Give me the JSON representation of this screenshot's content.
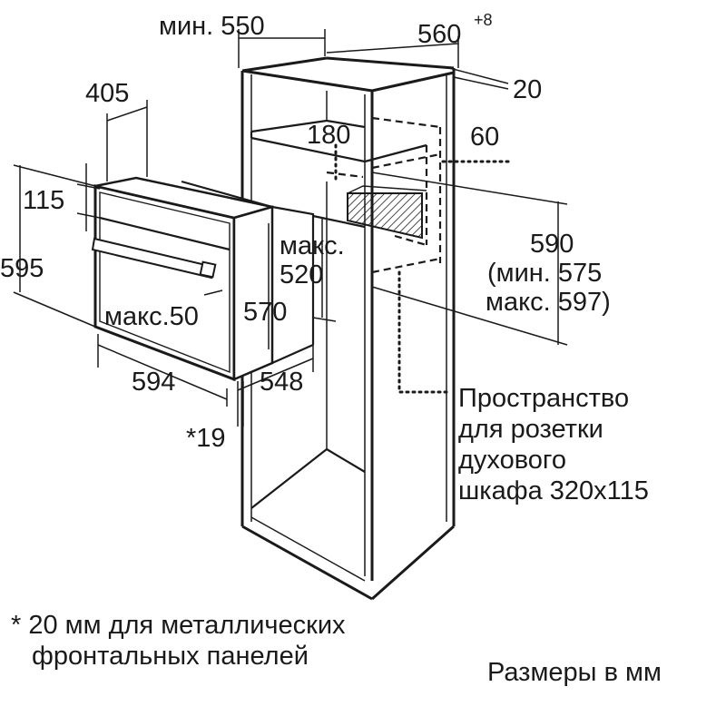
{
  "labels": {
    "min_550": "мин. 550",
    "w560": "560",
    "w560_sup": "+8",
    "d20": "20",
    "d405": "405",
    "d180": "180",
    "d60": "60",
    "d115": "115",
    "d595": "595",
    "max520_a": "макс.",
    "max520_b": "520",
    "d590": "590",
    "min575": "(мин. 575",
    "max597": "макс. 597)",
    "max50": "макс.50",
    "d570": "570",
    "d594": "594",
    "d548": "548",
    "star19": "*19",
    "socket_1": "Пространство",
    "socket_2": "для розетки",
    "socket_3": "духового",
    "socket_4": "шкафа 320x115",
    "note_1": "* 20 мм для металлических",
    "note_2": "фронтальных панелей",
    "units": "Размеры в мм"
  }
}
